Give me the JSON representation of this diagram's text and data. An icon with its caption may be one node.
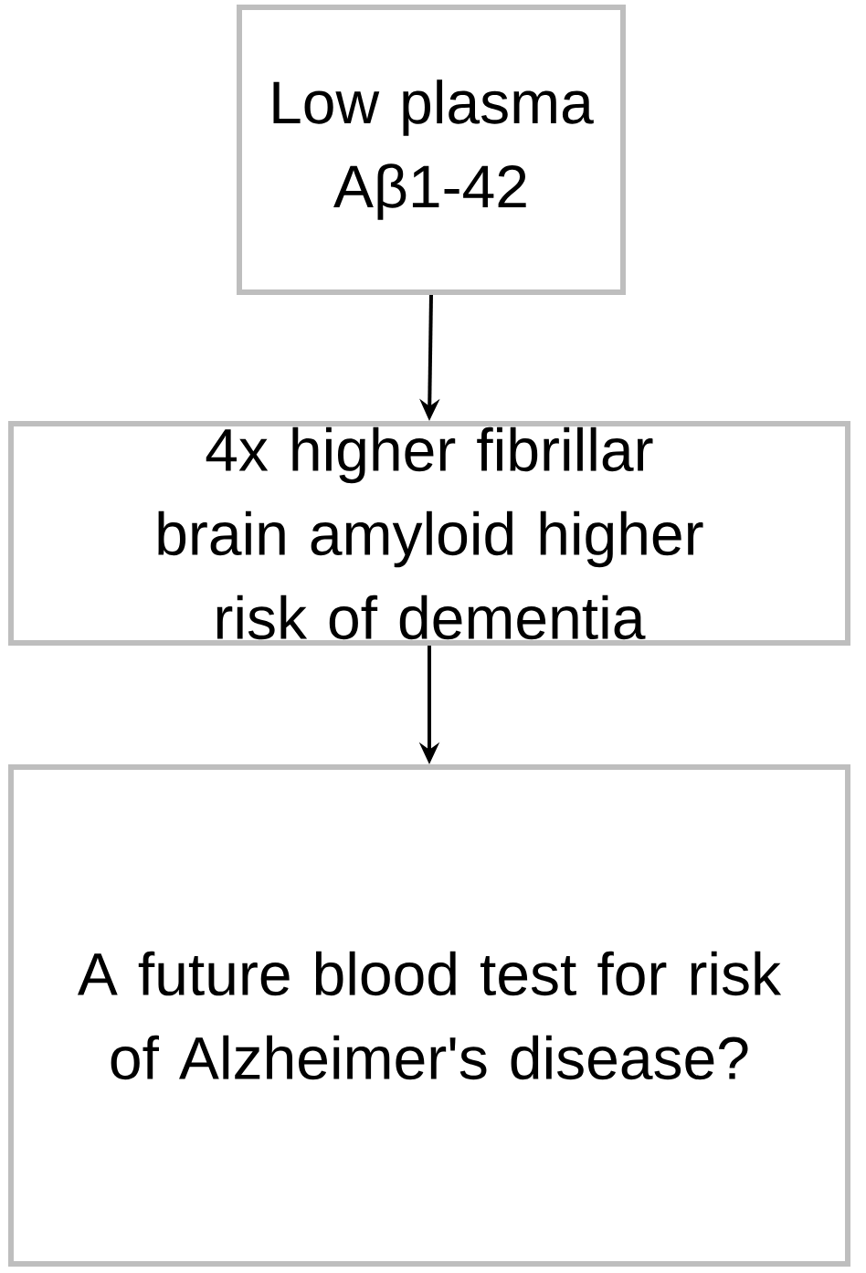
{
  "diagram": {
    "nodes": [
      {
        "text": [
          "Low plasma Aβ1-42"
        ]
      },
      {
        "text": [
          "4x higher fibrillar brain amyloid higher risk of dementia"
        ]
      },
      {
        "text": [
          "A future blood test for risk of Alzheimer's disease?"
        ]
      }
    ],
    "edges": [
      {
        "from": 0,
        "to": 1,
        "arrow": "to"
      },
      {
        "from": 1,
        "to": 2,
        "arrow": "to"
      }
    ]
  }
}
